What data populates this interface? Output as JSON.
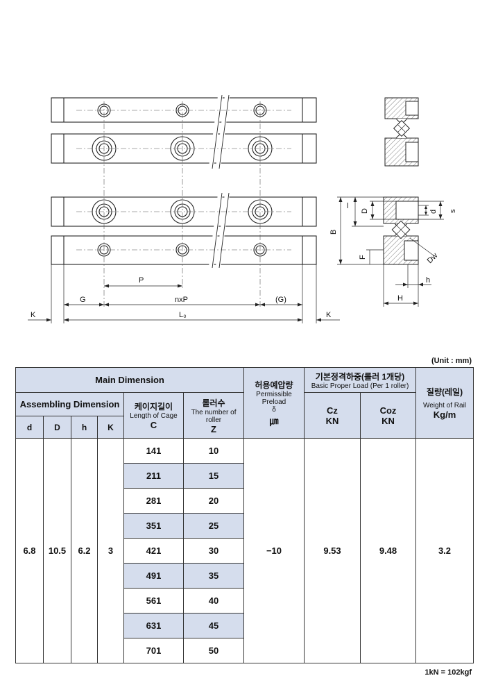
{
  "unit_note": "(Unit : mm)",
  "footnote": "1kN = 102kgf",
  "drawing": {
    "labels": {
      "P": "P",
      "G": "G",
      "nxP": "nxP",
      "G_paren": "(G)",
      "K_left": "K",
      "K_right": "K",
      "L0": "L₀",
      "l": "l",
      "D": "D",
      "d": "d",
      "s": "s",
      "B": "B",
      "F": "F",
      "Dw": "Dw",
      "h": "h",
      "H": "H"
    }
  },
  "table": {
    "main_dimension": "Main Dimension",
    "assembling_dimension": "Assembling Dimension",
    "cage_length_kr": "케이지길이",
    "cage_length_en": "Length of Cage",
    "cage_length_sym": "C",
    "rollers_kr": "롤러수",
    "rollers_en": "The number of roller",
    "rollers_sym": "Z",
    "preload_kr": "허용예압량",
    "preload_en": "Permissible Preload",
    "preload_sym": "δ",
    "preload_unit": "㎛",
    "load_kr": "기본정격하중(롤러 1개당)",
    "load_en": "Basic Proper Load (Per 1 roller)",
    "cz": "Cz",
    "cz_unit": "KN",
    "coz": "Coz",
    "coz_unit": "KN",
    "weight_kr": "질량(레일)",
    "weight_en": "Weight of Rail",
    "weight_unit": "Kg/m",
    "col_d": "d",
    "col_D": "D",
    "col_h": "h",
    "col_K": "K",
    "values": {
      "d": "6.8",
      "D": "10.5",
      "h": "6.2",
      "K": "3",
      "preload": "−10",
      "cz": "9.53",
      "coz": "9.48",
      "weight": "3.2"
    },
    "rows": [
      {
        "c": "141",
        "z": "10"
      },
      {
        "c": "211",
        "z": "15"
      },
      {
        "c": "281",
        "z": "20"
      },
      {
        "c": "351",
        "z": "25"
      },
      {
        "c": "421",
        "z": "30"
      },
      {
        "c": "491",
        "z": "35"
      },
      {
        "c": "561",
        "z": "40"
      },
      {
        "c": "631",
        "z": "45"
      },
      {
        "c": "701",
        "z": "50"
      }
    ]
  }
}
